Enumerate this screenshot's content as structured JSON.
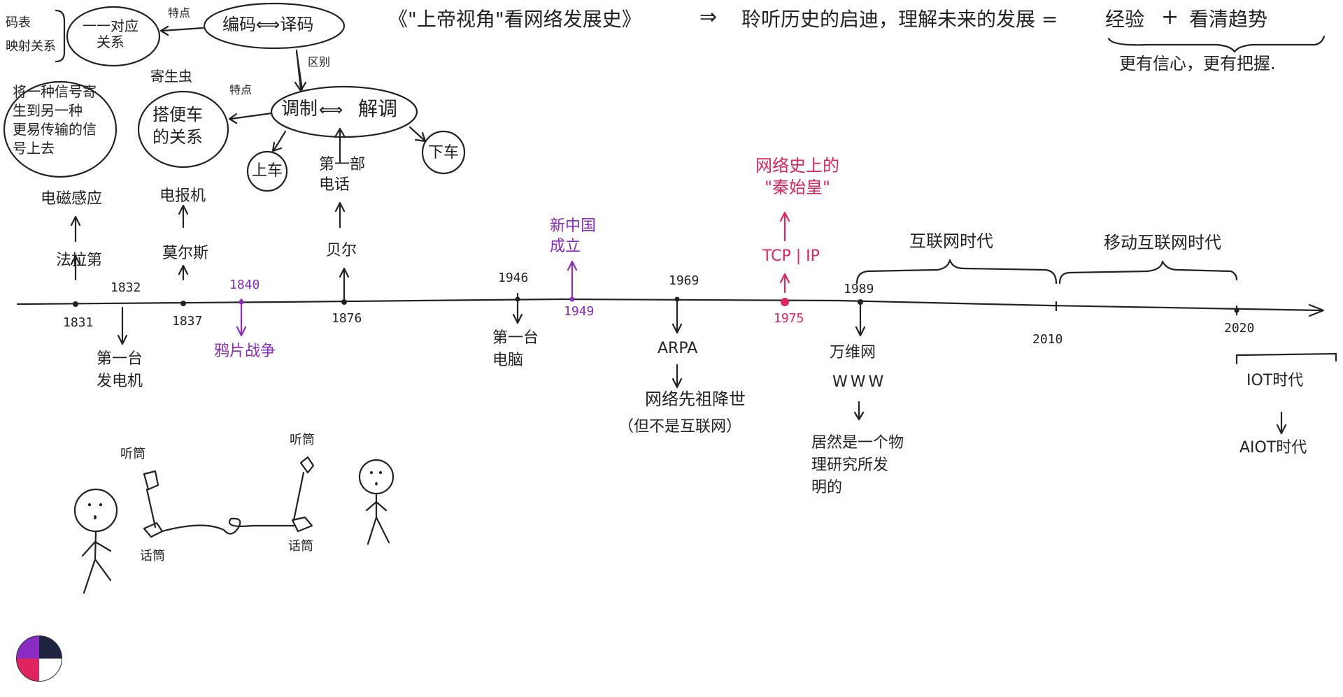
{
  "header": {
    "title": "《\"上帝视角\"看网络发展史》",
    "arrow": "⇒",
    "motto": "聆听历史的启迪，理解未来的发展 =",
    "experience": "经验",
    "plus": "+",
    "trend": "看清趋势",
    "confidence": "更有信心，更有把握."
  },
  "concepts": {
    "mapping_side": "码表\n映射关系",
    "one_to_one": "一一对应\n关系",
    "feature_1": "特点",
    "encode_decode": "编码⟺译码",
    "difference": "区别",
    "parasite": "寄生虫",
    "parasite_def": "将一种信号寄\n生到另一种\n更易传输的信\n号上去",
    "hitchhike": "搭便车\n的关系",
    "feature_2": "特点",
    "modulate": "调制",
    "demodulate": "解调",
    "get_on": "上车",
    "get_off": "下车"
  },
  "timeline_top": {
    "electromagnetic": "电磁感应",
    "faraday": "法拉第",
    "telegraph": "电报机",
    "morse": "莫尔斯",
    "first_phone": "第一部\n电话",
    "bell": "贝尔",
    "new_china": "新中国\n成立",
    "qin": "网络史上的\n\"秦始皇\"",
    "tcpip": "TCP | IP",
    "internet_era": "互联网时代",
    "mobile_era": "移动互联网时代"
  },
  "years": {
    "y1831": "1831",
    "y1832": "1832",
    "y1837": "1837",
    "y1840": "1840",
    "y1876": "1876",
    "y1946": "1946",
    "y1949": "1949",
    "y1969": "1969",
    "y1975": "1975",
    "y1989": "1989",
    "y2010": "2010",
    "y2020": "2020"
  },
  "timeline_bottom": {
    "first_generator": "第一台\n发电机",
    "opium_war": "鸦片战争",
    "first_computer": "第一台\n电脑",
    "arpa": "ARPA",
    "ancestor": "网络先祖降世",
    "not_internet": "（但不是互联网）",
    "web": "万维网",
    "www": "WWW",
    "cern": "居然是一个物\n理研究所发\n明的",
    "iot": "IOT时代",
    "aiot": "AIOT时代"
  },
  "phone_drawing": {
    "receiver_left": "听筒",
    "receiver_right": "听筒",
    "mouthpiece_left": "话筒",
    "mouthpiece_right": "话筒"
  },
  "colors": {
    "ink": "#222222",
    "purple": "#8a2bc2",
    "red": "#e0245e"
  }
}
